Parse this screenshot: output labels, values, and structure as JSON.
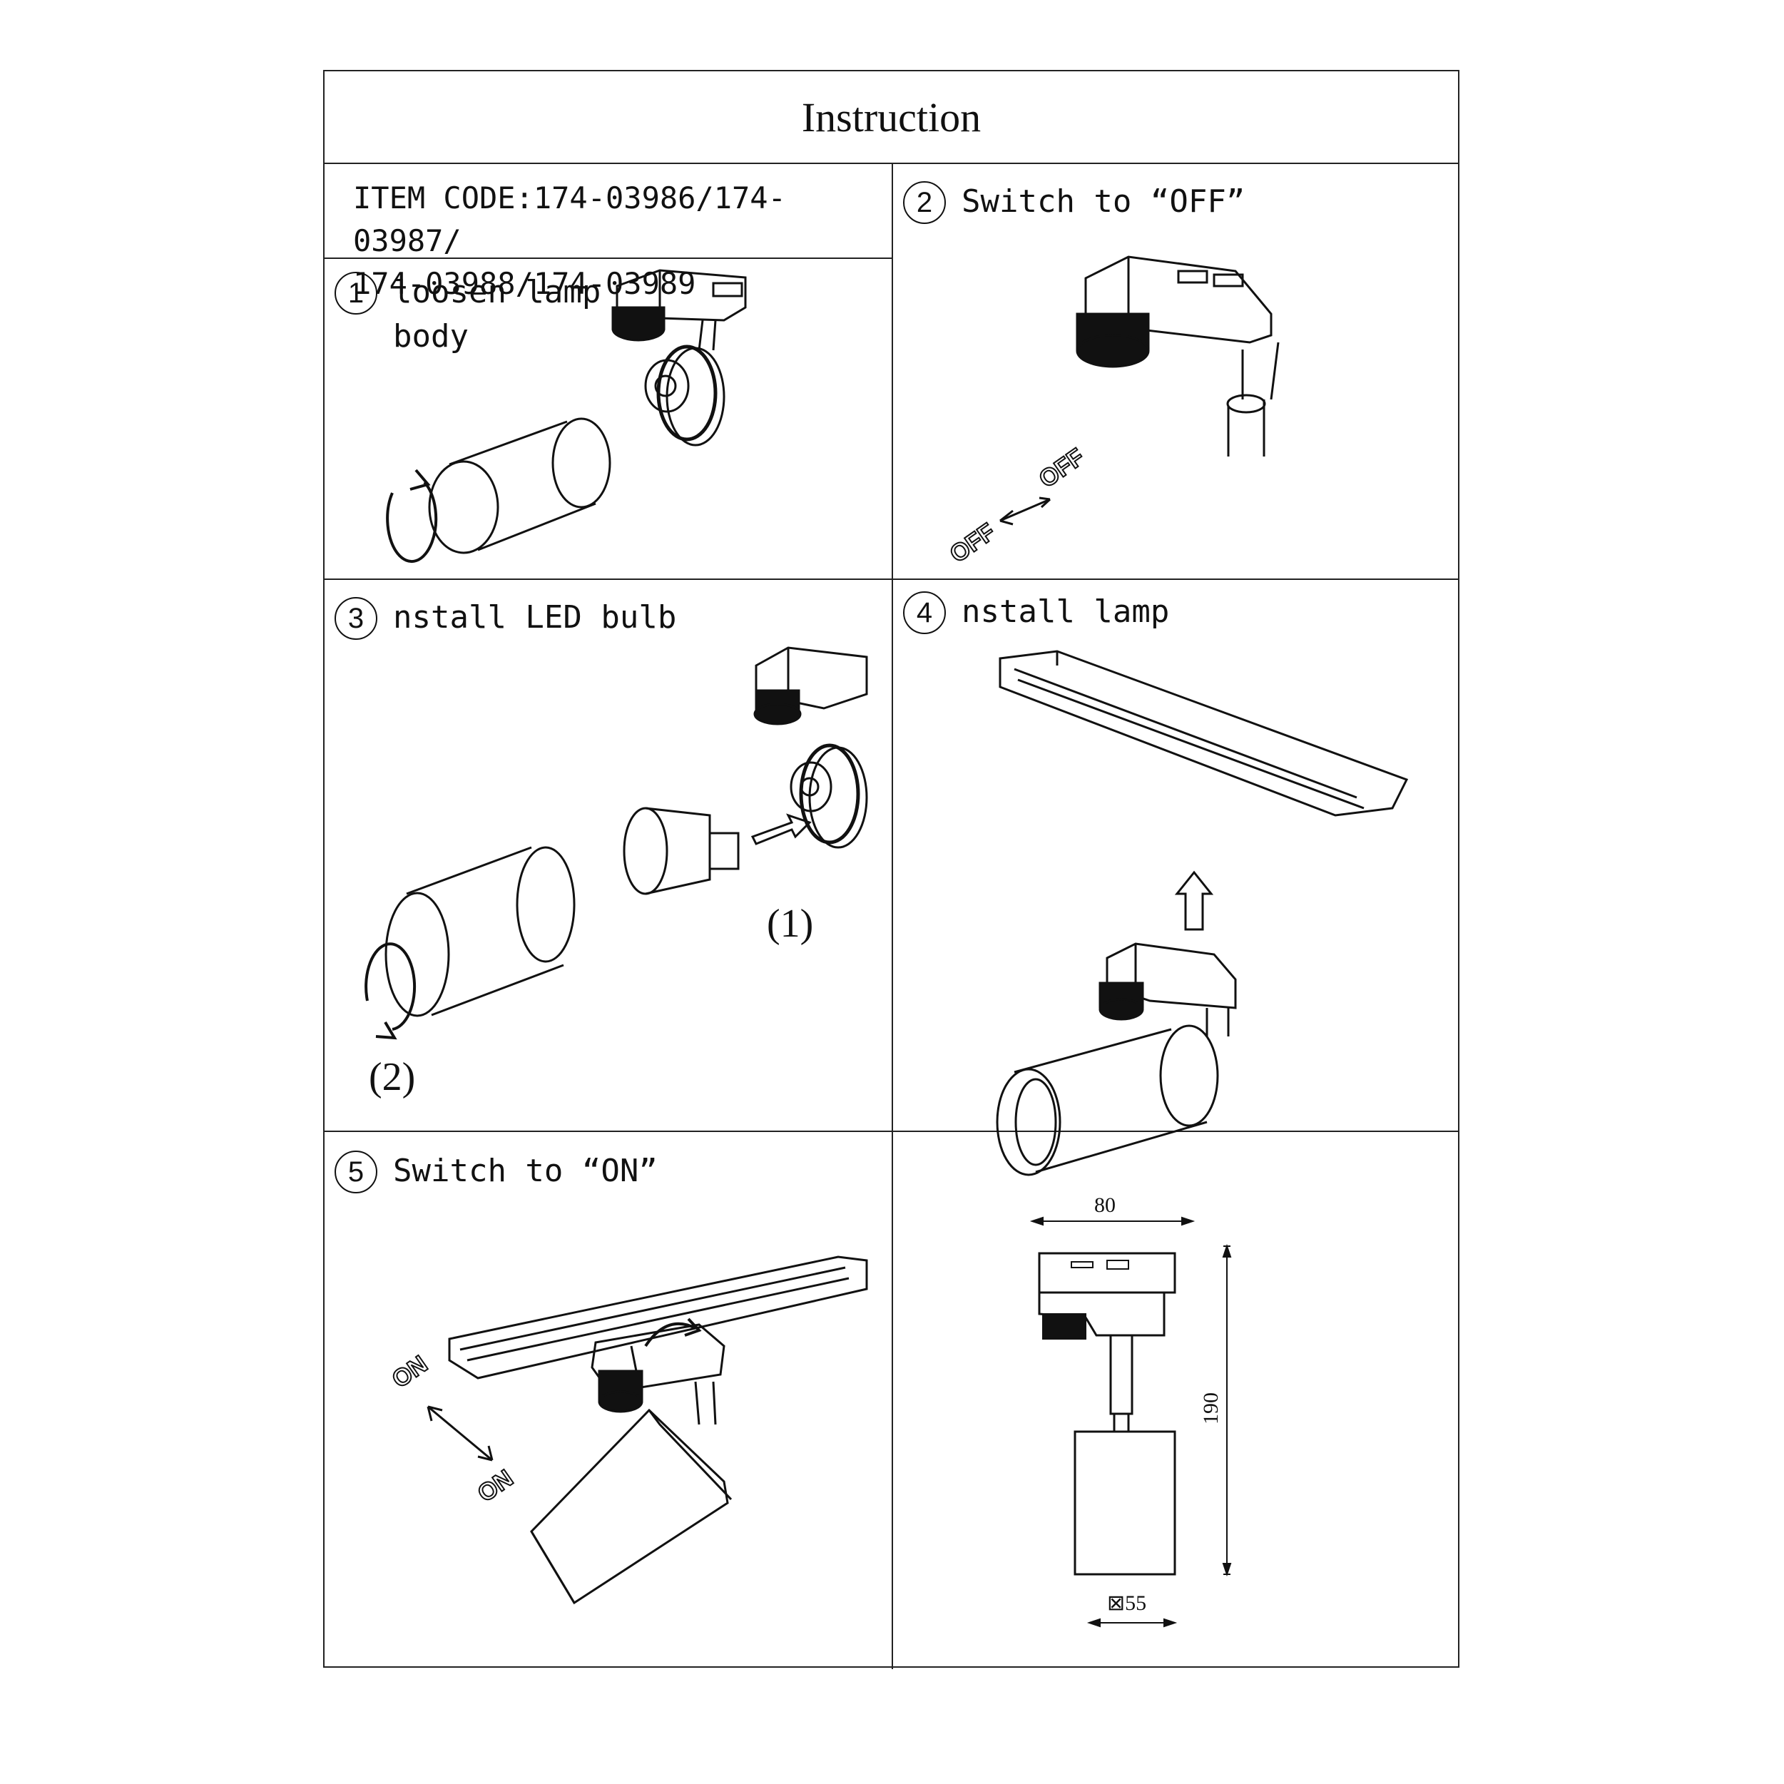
{
  "title": "Instruction",
  "item_code": {
    "line1": "ITEM CODE:174-03986/174-03987/",
    "line2": "174-03988/174-03989"
  },
  "steps": [
    {
      "num": "1",
      "text": "loosen lamp\nbody"
    },
    {
      "num": "2",
      "text": "Switch to  “OFF”"
    },
    {
      "num": "3",
      "text": "nstall LED bulb"
    },
    {
      "num": "4",
      "text": "nstall lamp"
    },
    {
      "num": "5",
      "text": "Switch to  “ON”"
    }
  ],
  "switch_labels": {
    "off": "OFF",
    "on": "ON"
  },
  "sub_steps": {
    "a": "(1)",
    "b": "(2)"
  },
  "dimensions": {
    "width": "80",
    "height": "190",
    "diameter": "⊠55"
  }
}
